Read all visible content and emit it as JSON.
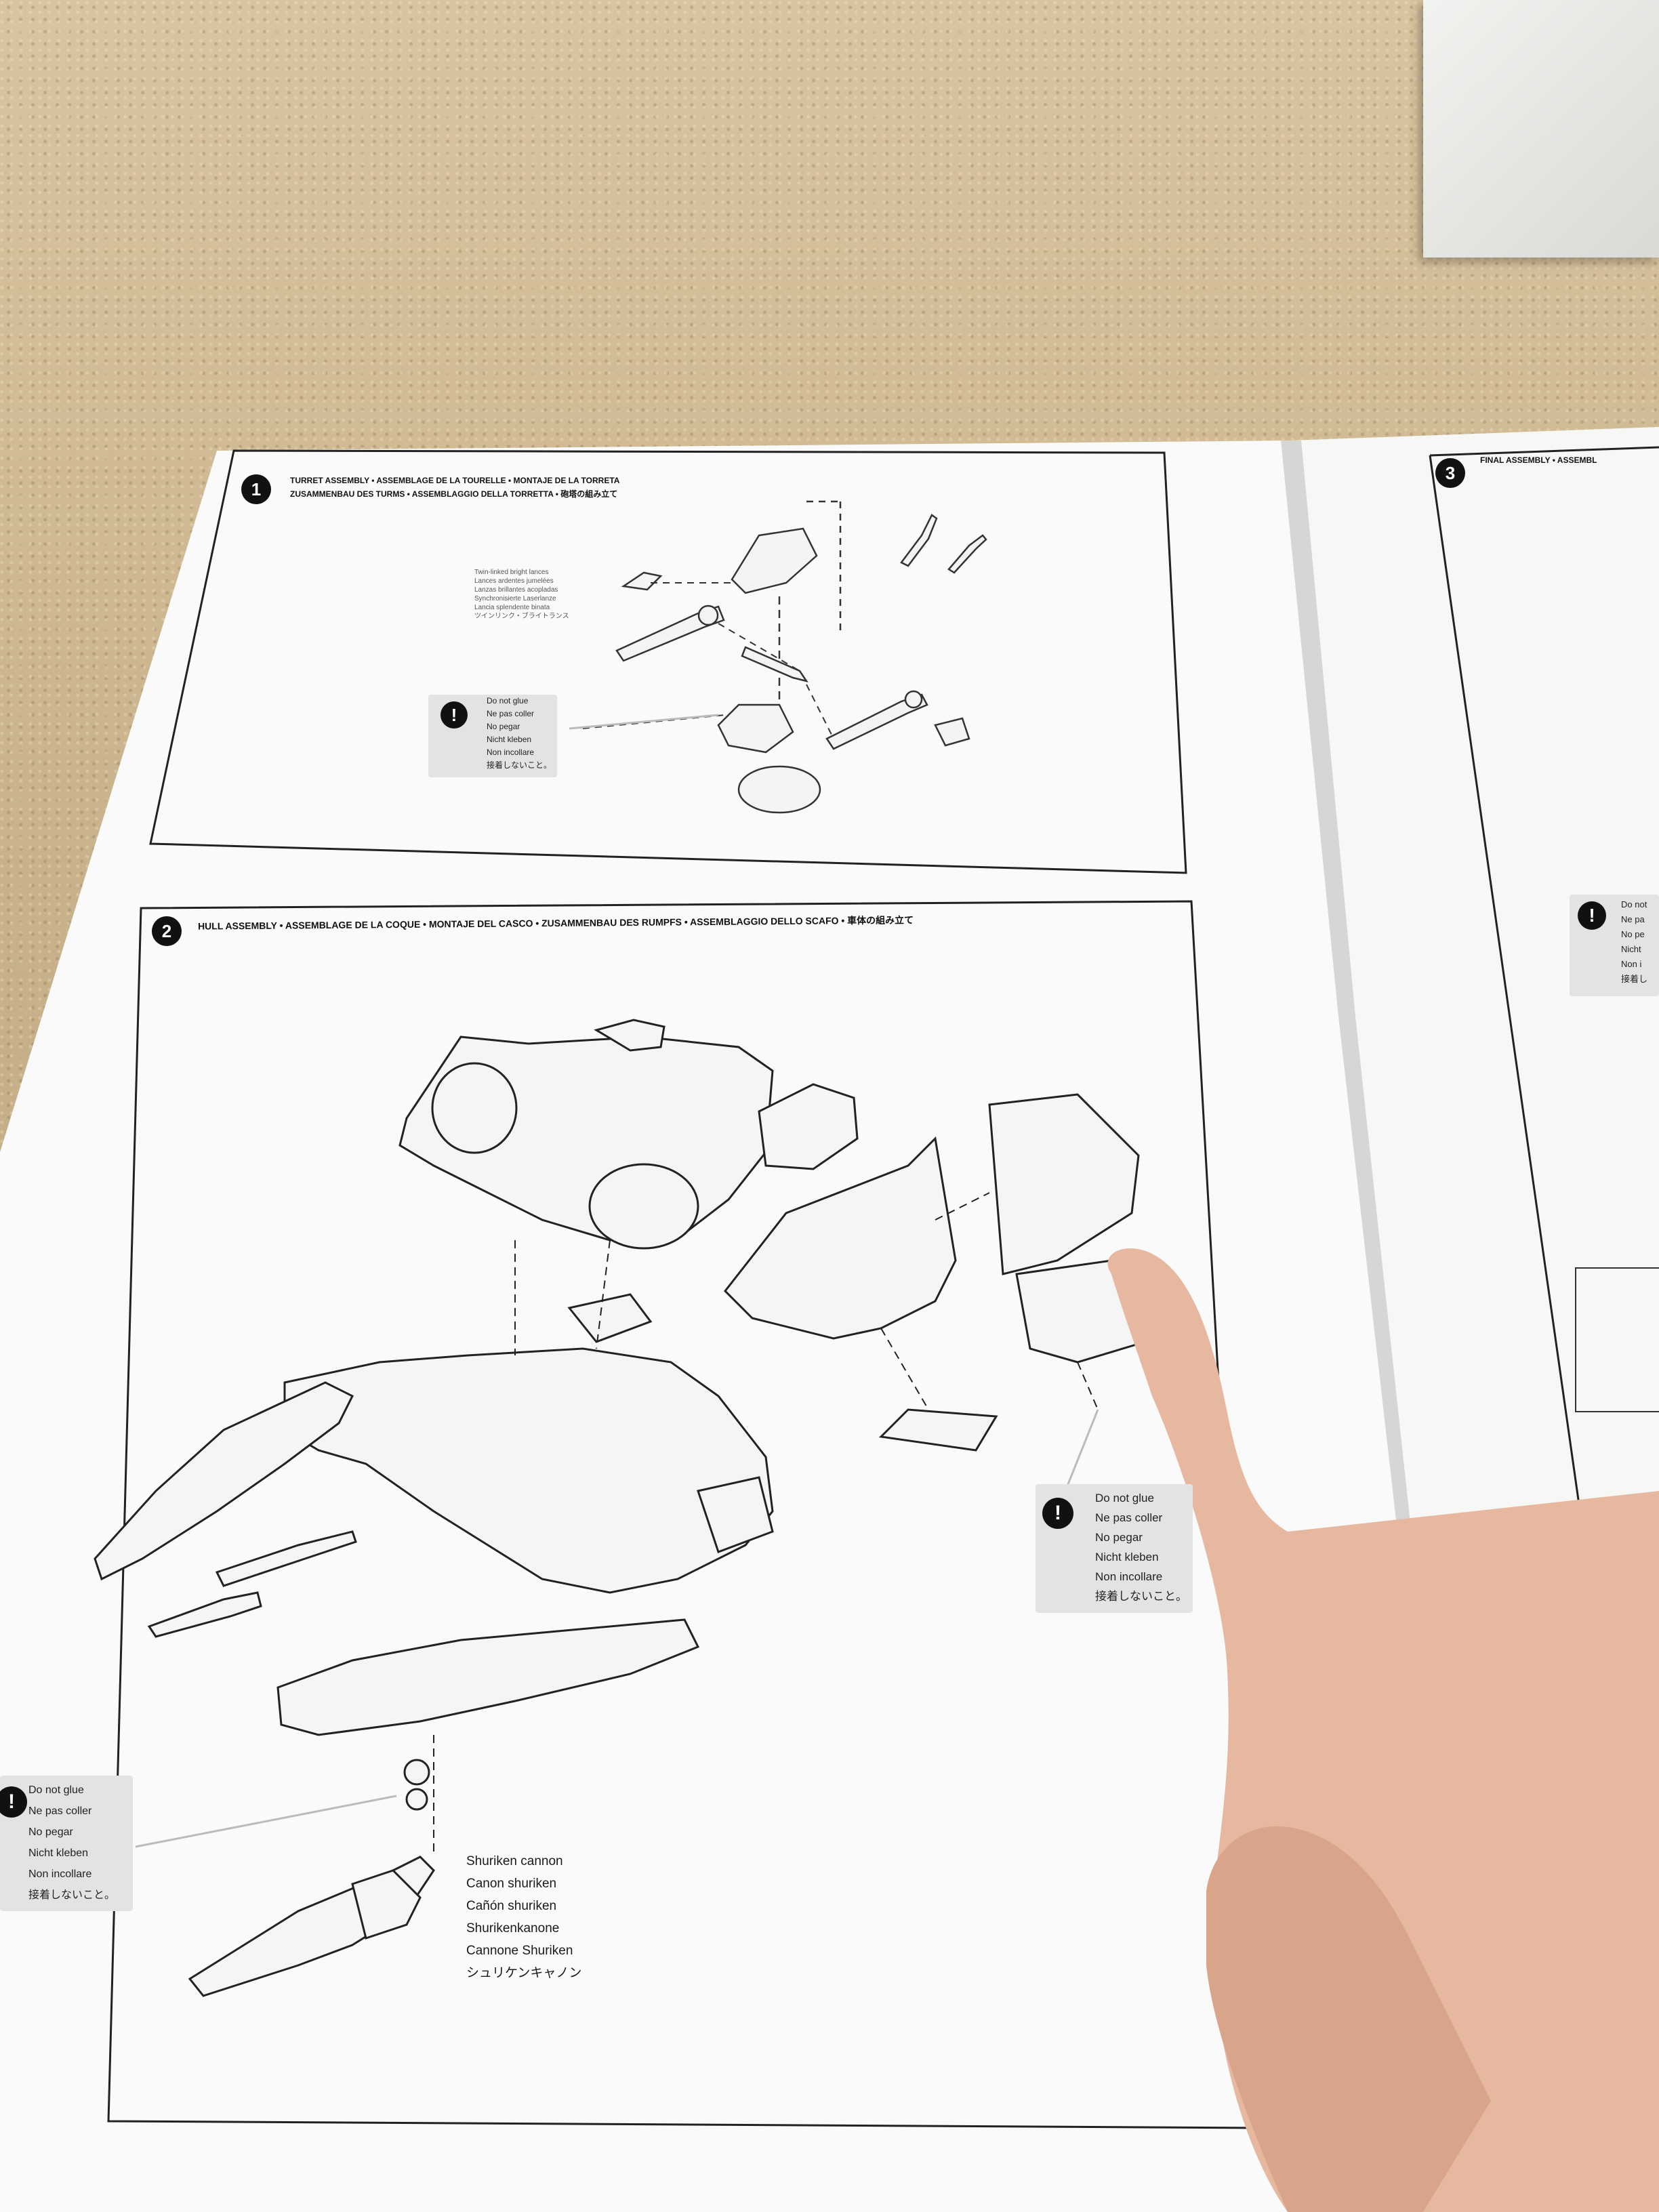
{
  "step1": {
    "number": "1",
    "title_line1": "TURRET ASSEMBLY • ASSEMBLAGE DE LA TOURELLE • MONTAJE DE LA TORRETA",
    "title_line2": "ZUSAMMENBAU DES TURMS • ASSEMBLAGGIO DELLA TORRETTA • 砲塔の組み立て",
    "part_label": [
      "Twin-linked bright lances",
      "Lances ardentes jumelées",
      "Lanzas brillantes acopladas",
      "Synchronisierte Laserlanze",
      "Lancia splendente binata",
      "ツインリンク・ブライトランス"
    ],
    "warning": [
      "Do not glue",
      "Ne pas coller",
      "No pegar",
      "Nicht kleben",
      "Non incollare",
      "接着しないこと。"
    ]
  },
  "step2": {
    "number": "2",
    "title": "HULL ASSEMBLY • ASSEMBLAGE DE LA COQUE • MONTAJE DEL CASCO • ZUSAMMENBAU DES RUMPFS • ASSEMBLAGGIO DELLO SCAFO • 車体の組み立て",
    "warning_right": [
      "Do not glue",
      "Ne pas coller",
      "No pegar",
      "Nicht kleben",
      "Non incollare",
      "接着しないこと。"
    ],
    "warning_left": [
      "Do not glue",
      "Ne pas coller",
      "No pegar",
      "Nicht kleben",
      "Non incollare",
      "接着しないこと。"
    ],
    "cannon_label": [
      "Shuriken cannon",
      "Canon shuriken",
      "Cañón shuriken",
      "Shurikenkanone",
      "Cannone Shuriken",
      "シュリケンキャノン"
    ]
  },
  "step3": {
    "number": "3",
    "title": "FINAL ASSEMBLY • ASSEMBL",
    "warning": [
      "Do not",
      "Ne pa",
      "No pe",
      "Nicht",
      "Non i",
      "接着し"
    ]
  },
  "warn_glyph": "!"
}
